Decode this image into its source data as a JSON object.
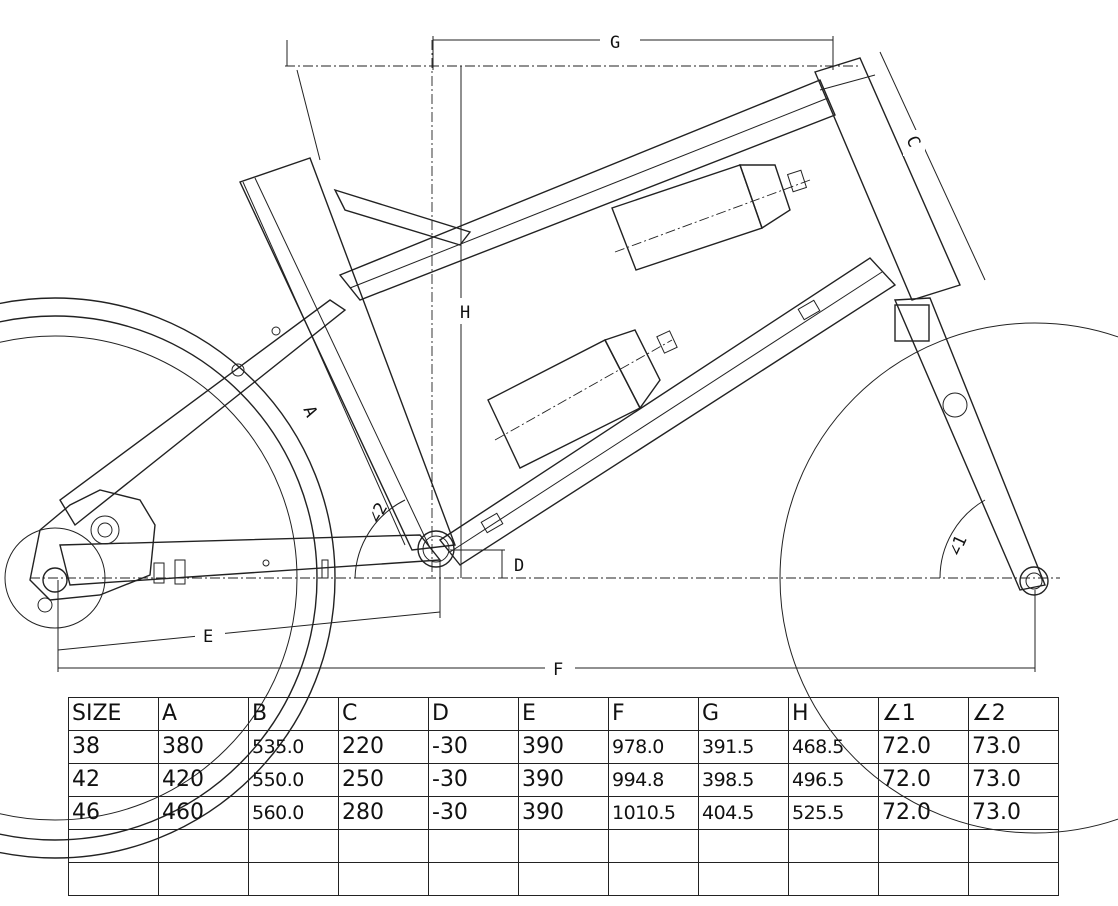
{
  "dimension_labels": {
    "a": "A",
    "c": "C",
    "d": "D",
    "e": "E",
    "f": "F",
    "g": "G",
    "h": "H",
    "angle1": "∠1",
    "angle2": "∠2"
  },
  "size_table": {
    "headers": [
      "SIZE",
      "A",
      "B",
      "C",
      "D",
      "E",
      "F",
      "G",
      "H",
      "∠1",
      "∠2"
    ],
    "rows": [
      [
        "38",
        "380",
        "535.0",
        "220",
        "-30",
        "390",
        "978.0",
        "391.5",
        "468.5",
        "72.0",
        "73.0"
      ],
      [
        "42",
        "420",
        "550.0",
        "250",
        "-30",
        "390",
        "994.8",
        "398.5",
        "496.5",
        "72.0",
        "73.0"
      ],
      [
        "46",
        "460",
        "560.0",
        "280",
        "-30",
        "390",
        "1010.5",
        "404.5",
        "525.5",
        "72.0",
        "73.0"
      ],
      [
        "",
        "",
        "",
        "",
        "",
        "",
        "",
        "",
        "",
        "",
        ""
      ],
      [
        "",
        "",
        "",
        "",
        "",
        "",
        "",
        "",
        "",
        "",
        ""
      ]
    ]
  },
  "colors": {
    "ink": "#222222",
    "paper": "#ffffff"
  }
}
